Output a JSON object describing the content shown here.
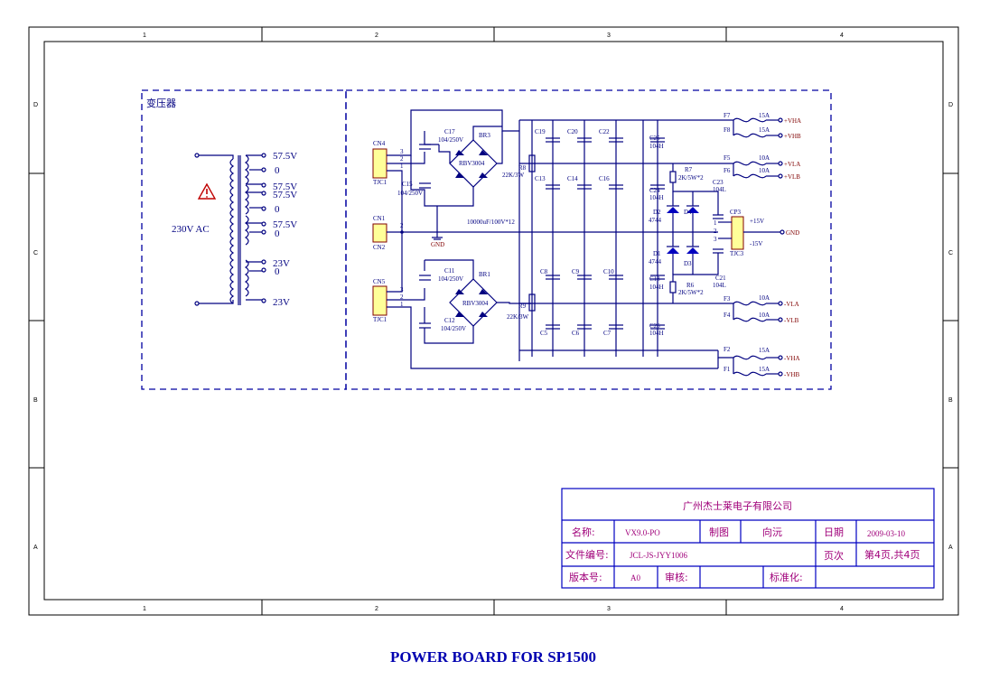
{
  "page_title": "POWER BOARD FOR SP1500",
  "zones": {
    "columns": [
      "1",
      "2",
      "3",
      "4"
    ],
    "rows": [
      "D",
      "C",
      "B",
      "A"
    ]
  },
  "transformer": {
    "heading": "变压器",
    "input": "230V AC",
    "taps": [
      "57.5V",
      "0",
      "57.5V",
      "57.5V",
      "0",
      "57.5V",
      "0",
      "23V",
      "0",
      "23V"
    ]
  },
  "connectors": {
    "cn4": "CN4",
    "cn1": "CN1",
    "cn2": "CN2",
    "cn5": "CN5",
    "tjc1": "TJC1",
    "tjc1b": "TJC1",
    "cp3": "CP3",
    "tjc3": "TJC3"
  },
  "components": {
    "c17": "C17",
    "c17v": "104/250V",
    "br3": "BR3",
    "br3v": "RBV3004",
    "c15": "C15",
    "c15v": "104/250V",
    "c11": "C11",
    "c11v": "104/250V",
    "br1": "BR1",
    "br1v": "RBV3004",
    "c12": "C12",
    "c12v": "104/250V",
    "r8": "R8",
    "r8v": "22K/3W",
    "r9": "R9",
    "r9v": "22K/3W",
    "bulk": "10000uF/100V*12",
    "c19": "C19",
    "c20": "C20",
    "c22": "C22",
    "c25": "C25",
    "c25v": "104H",
    "c13": "C13",
    "c14": "C14",
    "c16": "C16",
    "c24": "C24",
    "c24v": "104H",
    "c8": "C8",
    "c9": "C9",
    "c10": "C10",
    "c18": "C18",
    "c18v": "104H",
    "c5": "C5",
    "c6": "C6",
    "c7": "C7",
    "c26": "C26",
    "c26v": "104H",
    "r7": "R7",
    "r7v": "2K/5W*2",
    "r6": "R6",
    "r6v": "2K/5W*2",
    "c23": "C23",
    "c23v": "104L",
    "c21": "C21",
    "c21v": "104L",
    "d2": "D2",
    "d2v": "4744",
    "d4": "D4",
    "d1": "D1",
    "d1v": "4744",
    "d3": "D3",
    "p15": "+15V",
    "m15": "-15V",
    "gnd": "GND"
  },
  "fuses": [
    {
      "ref": "F7",
      "rating": "15A",
      "out": "+VHA"
    },
    {
      "ref": "F8",
      "rating": "15A",
      "out": "+VHB"
    },
    {
      "ref": "F5",
      "rating": "10A",
      "out": "+VLA"
    },
    {
      "ref": "F6",
      "rating": "10A",
      "out": "+VLB"
    },
    {
      "ref": "F3",
      "rating": "10A",
      "out": "-VLA"
    },
    {
      "ref": "F4",
      "rating": "10A",
      "out": "-VLB"
    },
    {
      "ref": "F2",
      "rating": "15A",
      "out": "-VHA"
    },
    {
      "ref": "F1",
      "rating": "15A",
      "out": "-VHB"
    }
  ],
  "title_block": {
    "company": "广州杰士莱电子有限公司",
    "name_label": "名称:",
    "name_value": "VX9.0-PO",
    "drawn_label": "制图",
    "drawn_value": "向沅",
    "date_label": "日期",
    "date_value": "2009-03-10",
    "file_label": "文件编号:",
    "file_value": "JCL-JS-JYY1006",
    "page_label": "页次",
    "page_value": "第4页,共4页",
    "version_label": "版本号:",
    "version_value": "A0",
    "review_label": "审核:",
    "standard_label": "标准化:"
  }
}
